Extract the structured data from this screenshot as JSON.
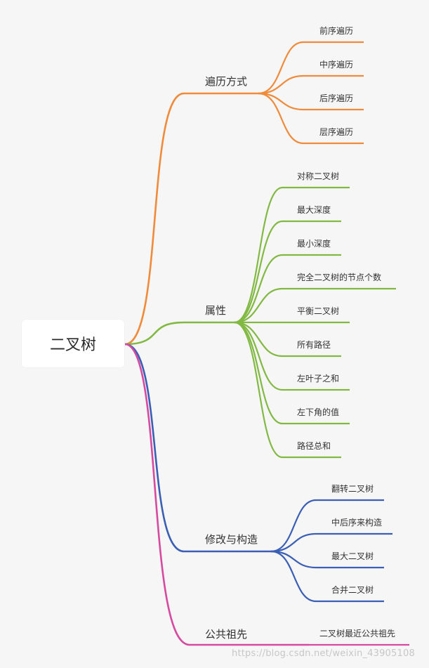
{
  "root": {
    "label": "二叉树"
  },
  "colors": {
    "background": "#f6f6f6",
    "traversal": "#ef8b3a",
    "properties": "#82b943",
    "construction": "#3b5fb5",
    "ancestor": "#d64aa0"
  },
  "branches": [
    {
      "label": "遍历方式",
      "color_key": "traversal",
      "children": [
        "前序遍历",
        "中序遍历",
        "后序遍历",
        "层序遍历"
      ]
    },
    {
      "label": "属性",
      "color_key": "properties",
      "children": [
        "对称二叉树",
        "最大深度",
        "最小深度",
        "完全二叉树的节点个数",
        "平衡二叉树",
        "所有路径",
        "左叶子之和",
        "左下角的值",
        "路径总和"
      ]
    },
    {
      "label": "修改与构造",
      "color_key": "construction",
      "children": [
        "翻转二叉树",
        "中后序来构造",
        "最大二叉树",
        "合并二叉树"
      ]
    },
    {
      "label": "公共祖先",
      "color_key": "ancestor",
      "children": [
        "二叉树最近公共祖先"
      ]
    }
  ],
  "watermark": "https://blog.csdn.net/weixin_43905108"
}
